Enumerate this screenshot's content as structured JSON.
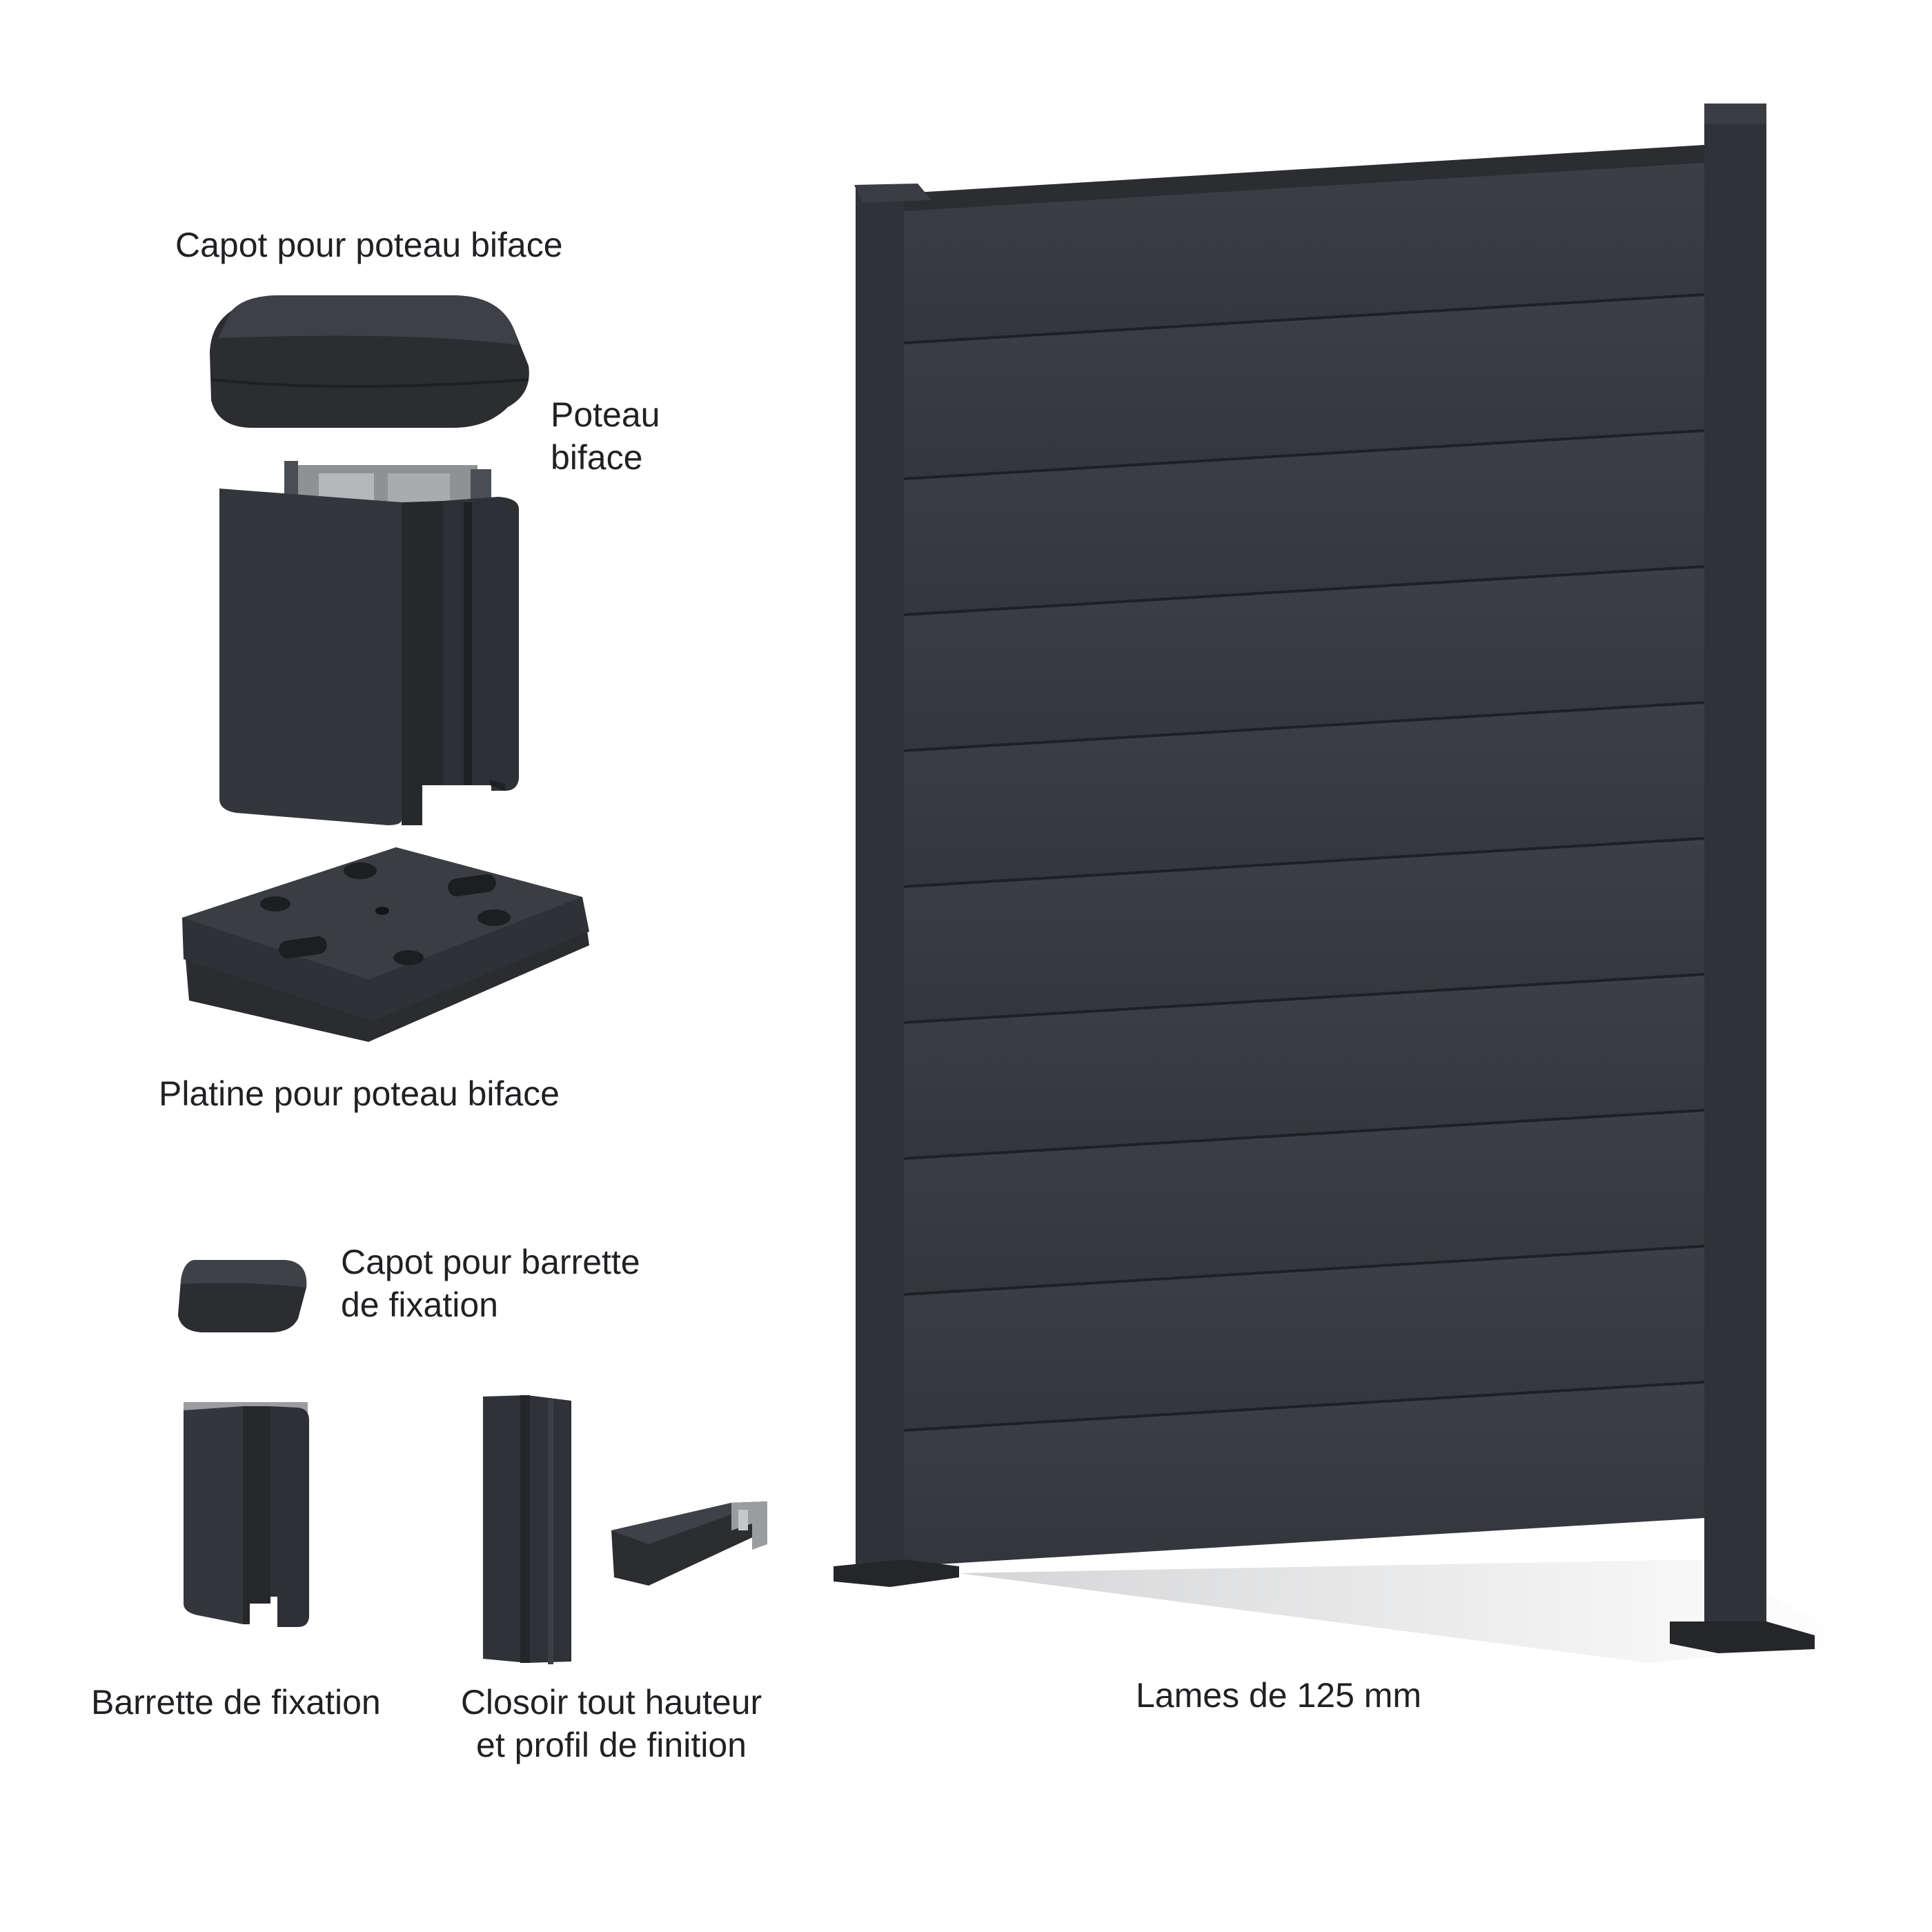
{
  "labels": {
    "capot_poteau": "Capot pour poteau biface",
    "poteau_line1": "Poteau",
    "poteau_line2": "biface",
    "platine": "Platine pour poteau biface",
    "capot_barrette_line1": "Capot pour barrette",
    "capot_barrette_line2": "de fixation",
    "barrette": "Barrette de fixation",
    "closoir_line1": "Closoir tout hauteur",
    "closoir_line2": "et profil de finition",
    "lames": "Lames de 125 mm"
  },
  "colors": {
    "product": "#33363b",
    "product_dark": "#26282c",
    "product_light": "#4a4e54",
    "insert_grey": "#9a9c9f"
  },
  "fence": {
    "slat_count": 10
  }
}
